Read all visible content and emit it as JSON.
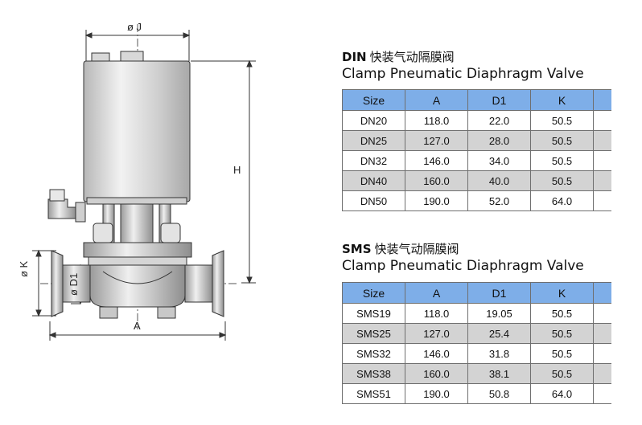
{
  "drawing": {
    "dim_J": "ø J",
    "dim_H": "H",
    "dim_K": "ø K",
    "dim_D1": "ø D1",
    "dim_A": "A"
  },
  "din": {
    "title_bold": "DIN",
    "title_cn": "快装气动隔膜阀",
    "subtitle": "Clamp Pneumatic Diaphragm Valve",
    "headers": [
      "Size",
      "A",
      "D1",
      "K"
    ],
    "rows": [
      [
        "DN20",
        "118.0",
        "22.0",
        "50.5"
      ],
      [
        "DN25",
        "127.0",
        "28.0",
        "50.5"
      ],
      [
        "DN32",
        "146.0",
        "34.0",
        "50.5"
      ],
      [
        "DN40",
        "160.0",
        "40.0",
        "50.5"
      ],
      [
        "DN50",
        "190.0",
        "52.0",
        "64.0"
      ]
    ]
  },
  "sms": {
    "title_bold": "SMS",
    "title_cn": "快装气动隔膜阀",
    "subtitle": "Clamp Pneumatic Diaphragm Valve",
    "headers": [
      "Size",
      "A",
      "D1",
      "K"
    ],
    "rows": [
      [
        "SMS19",
        "118.0",
        "19.05",
        "50.5"
      ],
      [
        "SMS25",
        "127.0",
        "25.4",
        "50.5"
      ],
      [
        "SMS32",
        "146.0",
        "31.8",
        "50.5"
      ],
      [
        "SMS38",
        "160.0",
        "38.1",
        "50.5"
      ],
      [
        "SMS51",
        "190.0",
        "50.8",
        "64.0"
      ]
    ]
  }
}
